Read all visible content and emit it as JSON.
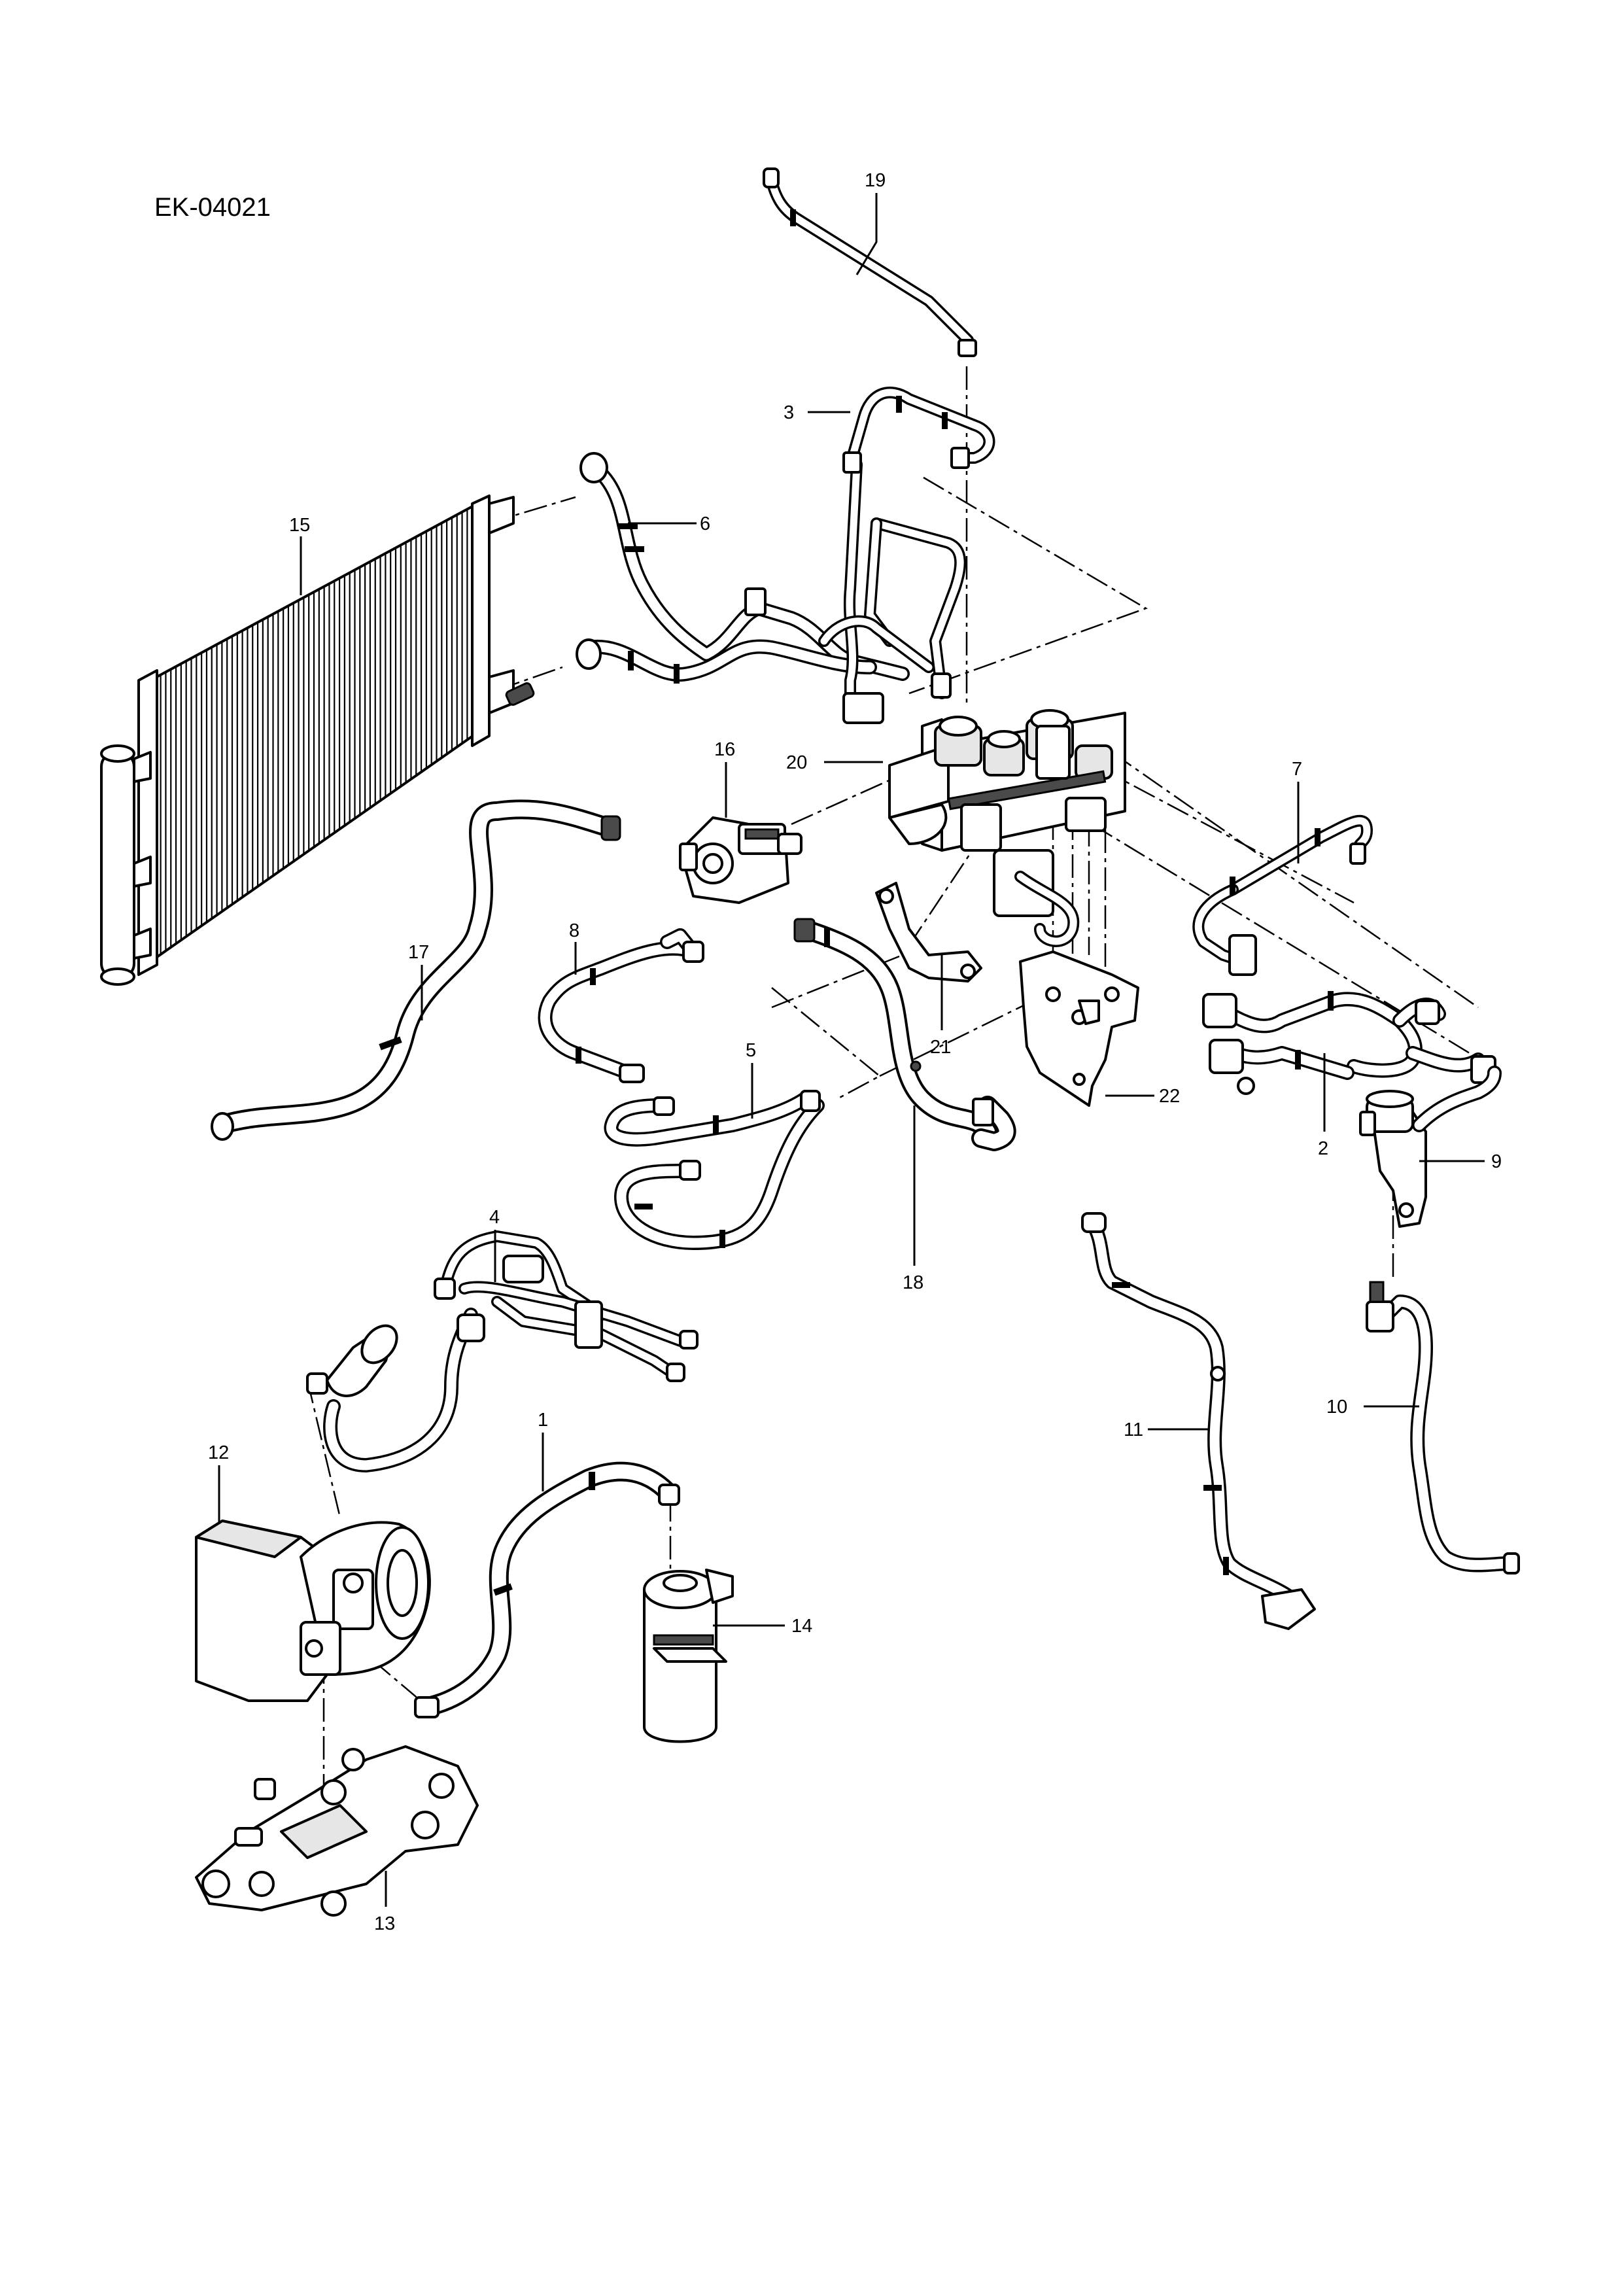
{
  "diagram": {
    "code": "EK-04021",
    "callouts": [
      {
        "id": "19",
        "text": "19"
      },
      {
        "id": "3",
        "text": "3"
      },
      {
        "id": "15",
        "text": "15"
      },
      {
        "id": "6",
        "text": "6"
      },
      {
        "id": "16",
        "text": "16"
      },
      {
        "id": "20",
        "text": "20"
      },
      {
        "id": "7",
        "text": "7"
      },
      {
        "id": "17",
        "text": "17"
      },
      {
        "id": "8",
        "text": "8"
      },
      {
        "id": "21",
        "text": "21"
      },
      {
        "id": "5",
        "text": "5"
      },
      {
        "id": "22",
        "text": "22"
      },
      {
        "id": "2",
        "text": "2"
      },
      {
        "id": "9",
        "text": "9"
      },
      {
        "id": "18",
        "text": "18"
      },
      {
        "id": "4",
        "text": "4"
      },
      {
        "id": "11",
        "text": "11"
      },
      {
        "id": "10",
        "text": "10"
      },
      {
        "id": "12",
        "text": "12"
      },
      {
        "id": "1",
        "text": "1"
      },
      {
        "id": "14",
        "text": "14"
      },
      {
        "id": "13",
        "text": "13"
      }
    ]
  }
}
